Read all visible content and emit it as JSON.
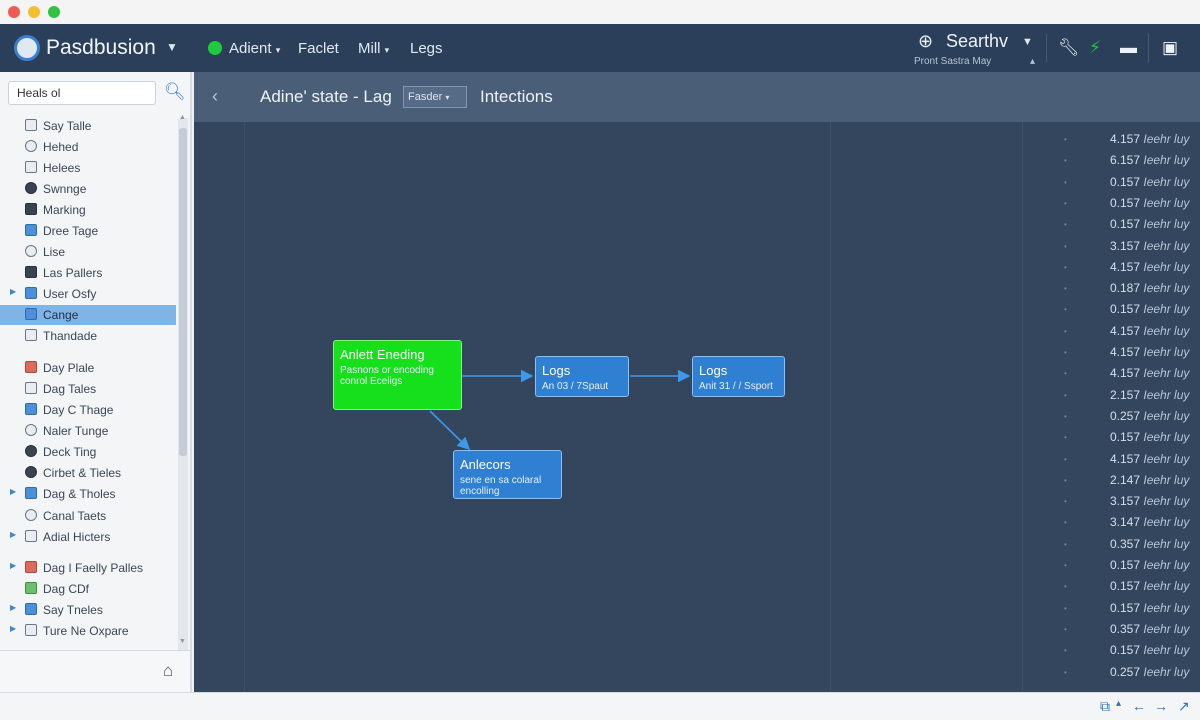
{
  "window": {
    "app_name": "Pasdbusion",
    "status_color": "#1ecb3c"
  },
  "menu": [
    {
      "label": "Adient",
      "has_dropdown": true
    },
    {
      "label": "Faclet",
      "has_dropdown": false
    },
    {
      "label": "Mill",
      "has_dropdown": true
    },
    {
      "label": "Legs",
      "has_dropdown": false
    }
  ],
  "search_area": {
    "title": "Searthv",
    "subtitle": "Pront Sastra May"
  },
  "toolbar_icons": [
    "search-icon",
    "wrench-icon",
    "plug-icon",
    "briefcase-icon",
    "sidebar-toggle-icon"
  ],
  "sidebar": {
    "search_value": "Heals ol",
    "items": [
      {
        "label": "Say Talle",
        "icon": "table-icon",
        "arrow": false
      },
      {
        "label": "Hehed",
        "icon": "circle-icon",
        "arrow": false
      },
      {
        "label": "Helees",
        "icon": "doc-icon",
        "arrow": false
      },
      {
        "label": "Swnnge",
        "icon": "gear-icon",
        "arrow": false
      },
      {
        "label": "Marking",
        "icon": "bar-icon",
        "arrow": false
      },
      {
        "label": "Dree Tage",
        "icon": "image-icon",
        "arrow": false
      },
      {
        "label": "Lise",
        "icon": "circle-icon",
        "arrow": false
      },
      {
        "label": "Las Pallers",
        "icon": "phone-icon",
        "arrow": false
      },
      {
        "label": "User Osfy",
        "icon": "folder-icon",
        "arrow": true
      },
      {
        "label": "Cange",
        "icon": "folder-icon",
        "arrow": false,
        "selected": true
      },
      {
        "label": "Thandade",
        "icon": "doc-icon",
        "arrow": false
      },
      {
        "label": "Day Plale",
        "icon": "chart-icon",
        "arrow": false
      },
      {
        "label": "Dag Tales",
        "icon": "doc-icon",
        "arrow": false
      },
      {
        "label": "Day C Thage",
        "icon": "image-icon",
        "arrow": false
      },
      {
        "label": "Naler Tunge",
        "icon": "circle-icon",
        "arrow": false
      },
      {
        "label": "Deck Ting",
        "icon": "dark-icon",
        "arrow": false
      },
      {
        "label": "Cirbet & Tieles",
        "icon": "gear-icon",
        "arrow": false
      },
      {
        "label": "Dag & Tholes",
        "icon": "folder-icon",
        "arrow": true
      },
      {
        "label": "Canal Taets",
        "icon": "circle-icon",
        "arrow": false
      },
      {
        "label": "Adial Hicters",
        "icon": "table-icon",
        "arrow": true
      },
      {
        "label": "Dag I Faelly Palles",
        "icon": "red-icon",
        "arrow": true
      },
      {
        "label": "Dag CDf",
        "icon": "green-icon",
        "arrow": false
      },
      {
        "label": "Say Tneles",
        "icon": "blue-icon",
        "arrow": true
      },
      {
        "label": "Ture Ne Oxpare",
        "icon": "doc-icon",
        "arrow": true
      }
    ]
  },
  "main": {
    "title": "Adine' state - Lag",
    "dropdown": "Fasder",
    "link": "Intections",
    "nodes": [
      {
        "title": "Anlett Eneding",
        "sub": "Pasnons or encoding conrol Eceligs",
        "color": "#16e01b"
      },
      {
        "title": "Logs",
        "sub": "An 03 / 7Spaut",
        "color": "#2f7fd2"
      },
      {
        "title": "Logs",
        "sub": "Anit 31 / / Ssport",
        "color": "#2f7fd2"
      },
      {
        "title": "Anlecors",
        "sub": "sene en sa colaral encolling",
        "color": "#2f7fd2"
      }
    ],
    "values": [
      {
        "value": "4.157",
        "unit": "Ieehr luy"
      },
      {
        "value": "6.157",
        "unit": "Ieehr luy"
      },
      {
        "value": "0.157",
        "unit": "Ieehr luy"
      },
      {
        "value": "0.157",
        "unit": "Ieehr luy"
      },
      {
        "value": "0.157",
        "unit": "Ieehr luy"
      },
      {
        "value": "3.157",
        "unit": "Ieehr luy"
      },
      {
        "value": "4.157",
        "unit": "Ieehr luy"
      },
      {
        "value": "0.187",
        "unit": "Ieehr luy"
      },
      {
        "value": "0.157",
        "unit": "Ieehr luy"
      },
      {
        "value": "4.157",
        "unit": "Ieehr luy"
      },
      {
        "value": "4.157",
        "unit": "Ieehr luy"
      },
      {
        "value": "4.157",
        "unit": "Ieehr luy"
      },
      {
        "value": "2.157",
        "unit": "Ieehr luy"
      },
      {
        "value": "0.257",
        "unit": "Ieehr luy"
      },
      {
        "value": "0.157",
        "unit": "Ieehr luy"
      },
      {
        "value": "4.157",
        "unit": "Ieehr luy"
      },
      {
        "value": "2.147",
        "unit": "Ieehr luy"
      },
      {
        "value": "3.157",
        "unit": "Ieehr luy"
      },
      {
        "value": "3.147",
        "unit": "Ieehr luy"
      },
      {
        "value": "0.357",
        "unit": "Ieehr luy"
      },
      {
        "value": "0.157",
        "unit": "Ieehr luy"
      },
      {
        "value": "0.157",
        "unit": "Ieehr luy"
      },
      {
        "value": "0.157",
        "unit": "Ieehr luy"
      },
      {
        "value": "0.357",
        "unit": "Ieehr luy"
      },
      {
        "value": "0.157",
        "unit": "Ieehr luy"
      },
      {
        "value": "0.257",
        "unit": "Ieehr luy"
      }
    ]
  }
}
